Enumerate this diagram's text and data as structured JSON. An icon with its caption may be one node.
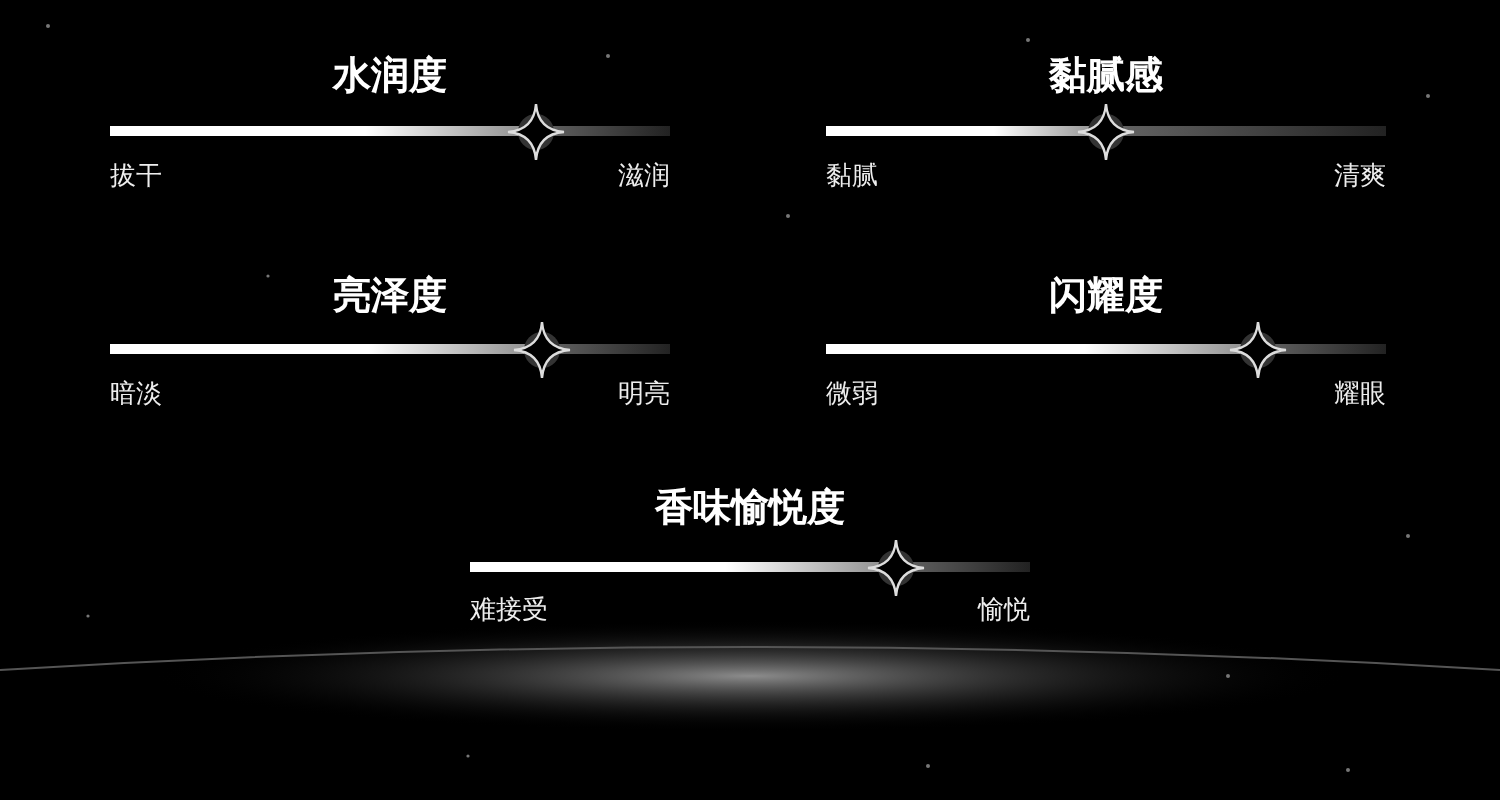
{
  "diagram": {
    "labels": [
      "水润度",
      "黏腻感",
      "拔干",
      "滋润",
      "黏腻",
      "清爽",
      "亮泽度",
      "闪耀度",
      "暗淡",
      "明亮",
      "微弱",
      "耀眼",
      "香味愉悦度",
      "难接受",
      "愉悦"
    ]
  }
}
